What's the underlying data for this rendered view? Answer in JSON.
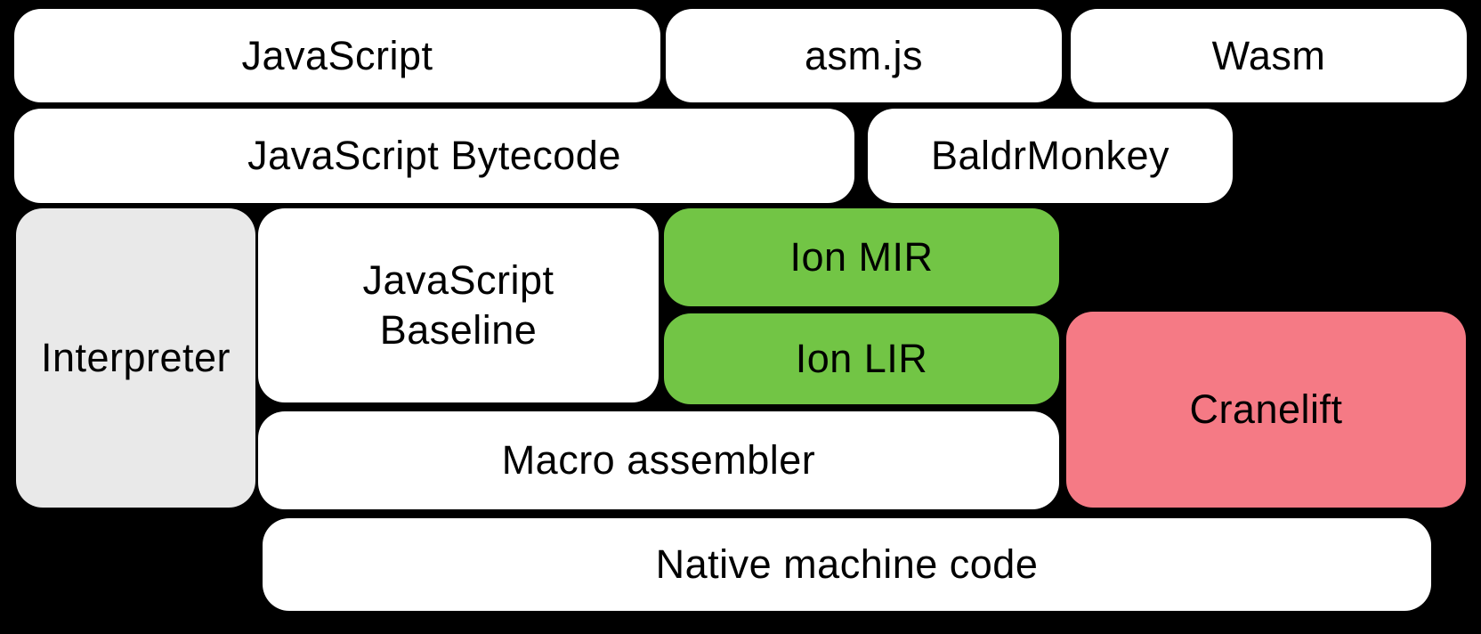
{
  "diagram": {
    "background": "#000000",
    "text_color": "#000000",
    "colors": {
      "box_white": "#ffffff",
      "box_gray": "#e9e9e9",
      "box_green": "#72c545",
      "box_pink": "#f57a85"
    },
    "boxes": {
      "javascript": {
        "label": "JavaScript",
        "fill": "#ffffff"
      },
      "asmjs": {
        "label": "asm.js",
        "fill": "#ffffff"
      },
      "wasm": {
        "label": "Wasm",
        "fill": "#ffffff"
      },
      "javascript_bytecode": {
        "label": "JavaScript Bytecode",
        "fill": "#ffffff"
      },
      "baldrmonkey": {
        "label": "BaldrMonkey",
        "fill": "#ffffff"
      },
      "interpreter": {
        "label": "Interpreter",
        "fill": "#e9e9e9"
      },
      "javascript_baseline": {
        "label": "JavaScript\nBaseline",
        "fill": "#ffffff"
      },
      "ion_mir": {
        "label": "Ion MIR",
        "fill": "#72c545"
      },
      "ion_lir": {
        "label": "Ion LIR",
        "fill": "#72c545"
      },
      "cranelift": {
        "label": "Cranelift",
        "fill": "#f57a85"
      },
      "macro_assembler": {
        "label": "Macro assembler",
        "fill": "#ffffff"
      },
      "native_machine_code": {
        "label": "Native machine code",
        "fill": "#ffffff"
      }
    }
  }
}
